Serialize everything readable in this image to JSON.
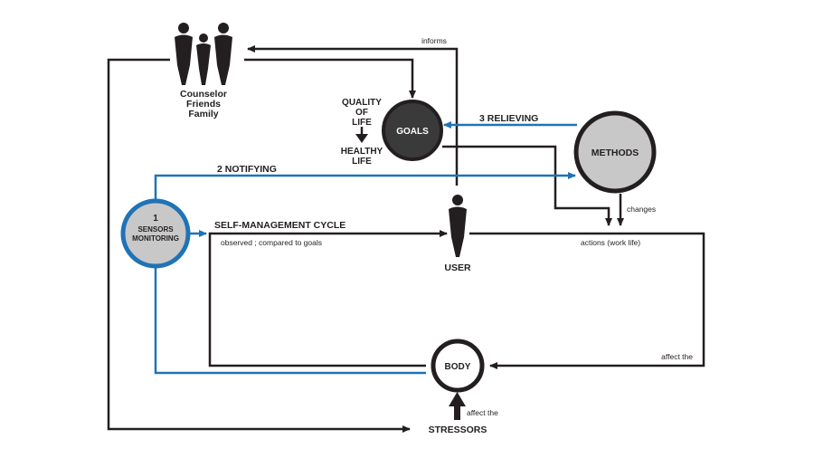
{
  "people_labels": [
    "Counselor",
    "Friends",
    "Family"
  ],
  "nodes": {
    "goals": "GOALS",
    "methods": "METHODS",
    "body": "BODY",
    "sensors_number": "1",
    "sensors_line1": "SENSORS",
    "sensors_line2": "MONITORING",
    "user": "USER",
    "stressors": "STRESSORS"
  },
  "quality": {
    "line1": "QUALITY",
    "line2": "OF",
    "line3": "LIFE",
    "line4": "HEALTHY",
    "line5": "LIFE"
  },
  "edges": {
    "informs": "informs",
    "relieving": "3 RELIEVING",
    "notifying": "2 NOTIFYING",
    "cycle": "SELF-MANAGEMENT CYCLE",
    "observed": "observed ; compared to goals",
    "actions": "actions (work life)",
    "changes": "changes",
    "affect_body": "affect the",
    "affect_stress": "affect the"
  },
  "colors": {
    "line": "#231f20",
    "blue": "#1f73b7",
    "circle_grey": "#c8c8c8",
    "goals_fill": "#3a3a3a"
  }
}
